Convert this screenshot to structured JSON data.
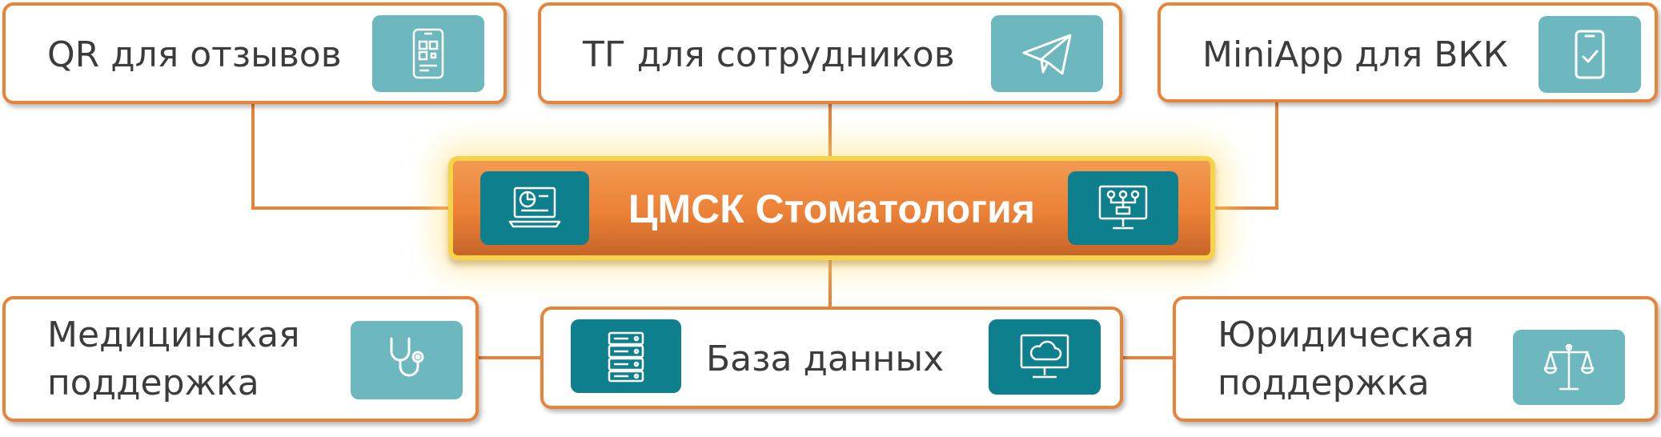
{
  "center": {
    "title": "ЦМСК Стоматология",
    "left_icon": "laptop-chart-icon",
    "right_icon": "monitor-network-icon"
  },
  "top": [
    {
      "label": "QR для отзывов",
      "icon": "qr-phone-icon"
    },
    {
      "label": "ТГ для сотрудников",
      "icon": "telegram-icon"
    },
    {
      "label": "MiniApp для ВКК",
      "icon": "phone-check-icon"
    }
  ],
  "bottom": [
    {
      "label": "Медицинская\nподдержка",
      "icon": "stethoscope-icon"
    },
    {
      "label": "База данных",
      "left_icon": "server-icon",
      "right_icon": "cloud-monitor-icon"
    },
    {
      "label": "Юридическая\nподдержка",
      "icon": "scales-icon"
    }
  ],
  "colors": {
    "border": "#e8833a",
    "icon_light": "#6db8bf",
    "icon_dark": "#0e7f8c",
    "center_fill": "#ec8136",
    "glow": "#f7d34a"
  }
}
